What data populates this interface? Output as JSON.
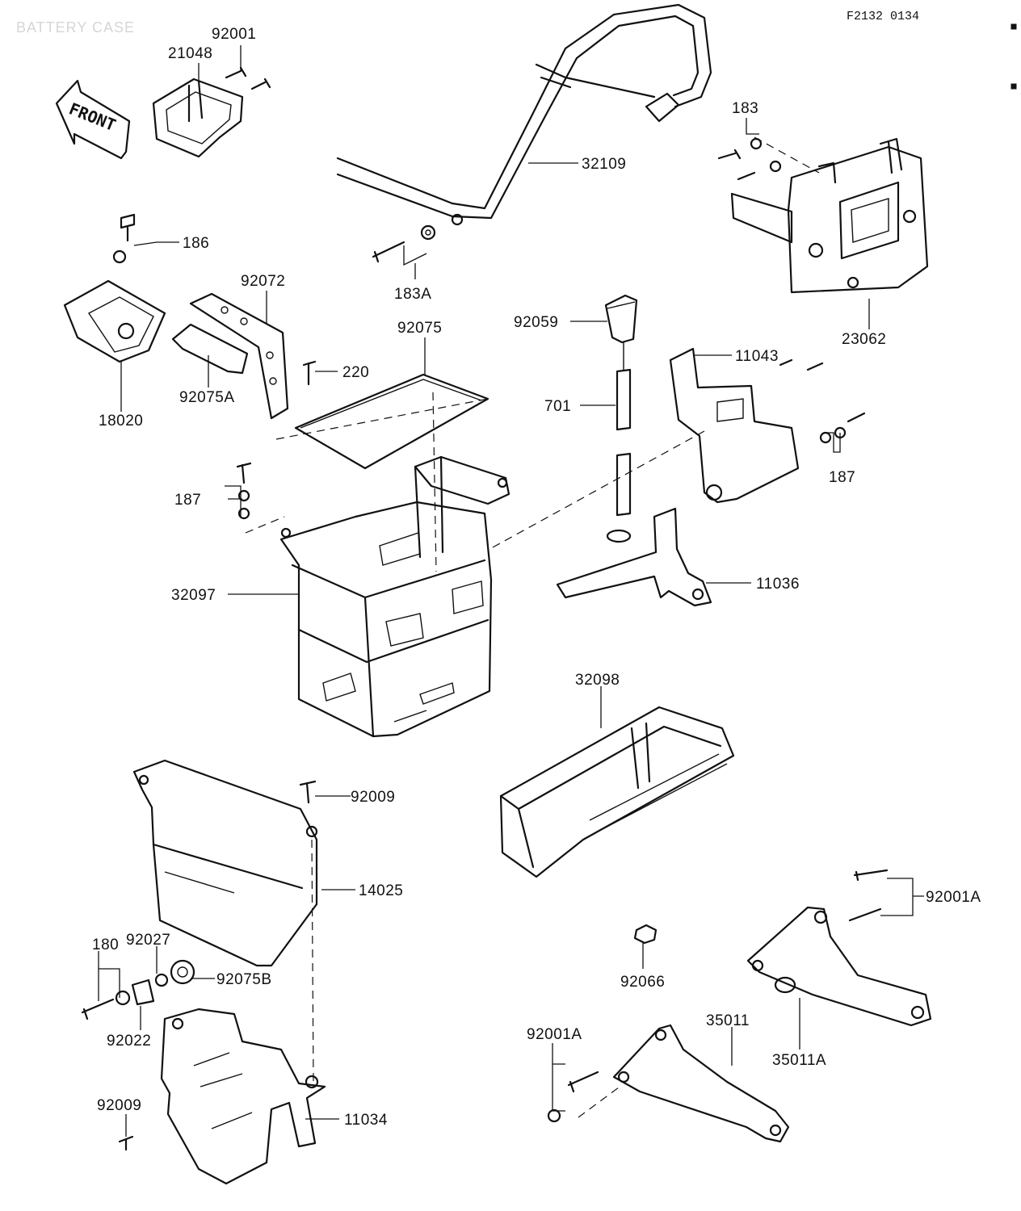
{
  "header": {
    "title": "BATTERY CASE",
    "figure_code": "F2132 0134"
  },
  "direction_arrow": {
    "text": "FRONT"
  },
  "part_labels": {
    "p92001": "92001",
    "p21048": "21048",
    "p32109": "32109",
    "p183": "183",
    "p186": "186",
    "p92072": "92072",
    "p183A": "183A",
    "p23062": "23062",
    "p92075": "92075",
    "p92059": "92059",
    "p11043": "11043",
    "p220": "220",
    "p18020": "18020",
    "p92075A": "92075A",
    "p701": "701",
    "p187a": "187",
    "p187b": "187",
    "p32097": "32097",
    "p11036": "11036",
    "p32098": "32098",
    "p92009a": "92009",
    "p14025": "14025",
    "p92001Aa": "92001A",
    "p180": "180",
    "p92027": "92027",
    "p92075B": "92075B",
    "p92066": "92066",
    "p92022": "92022",
    "p35011A": "35011A",
    "p92001Ab": "92001A",
    "p35011": "35011",
    "p92009b": "92009",
    "p11034": "11034"
  }
}
